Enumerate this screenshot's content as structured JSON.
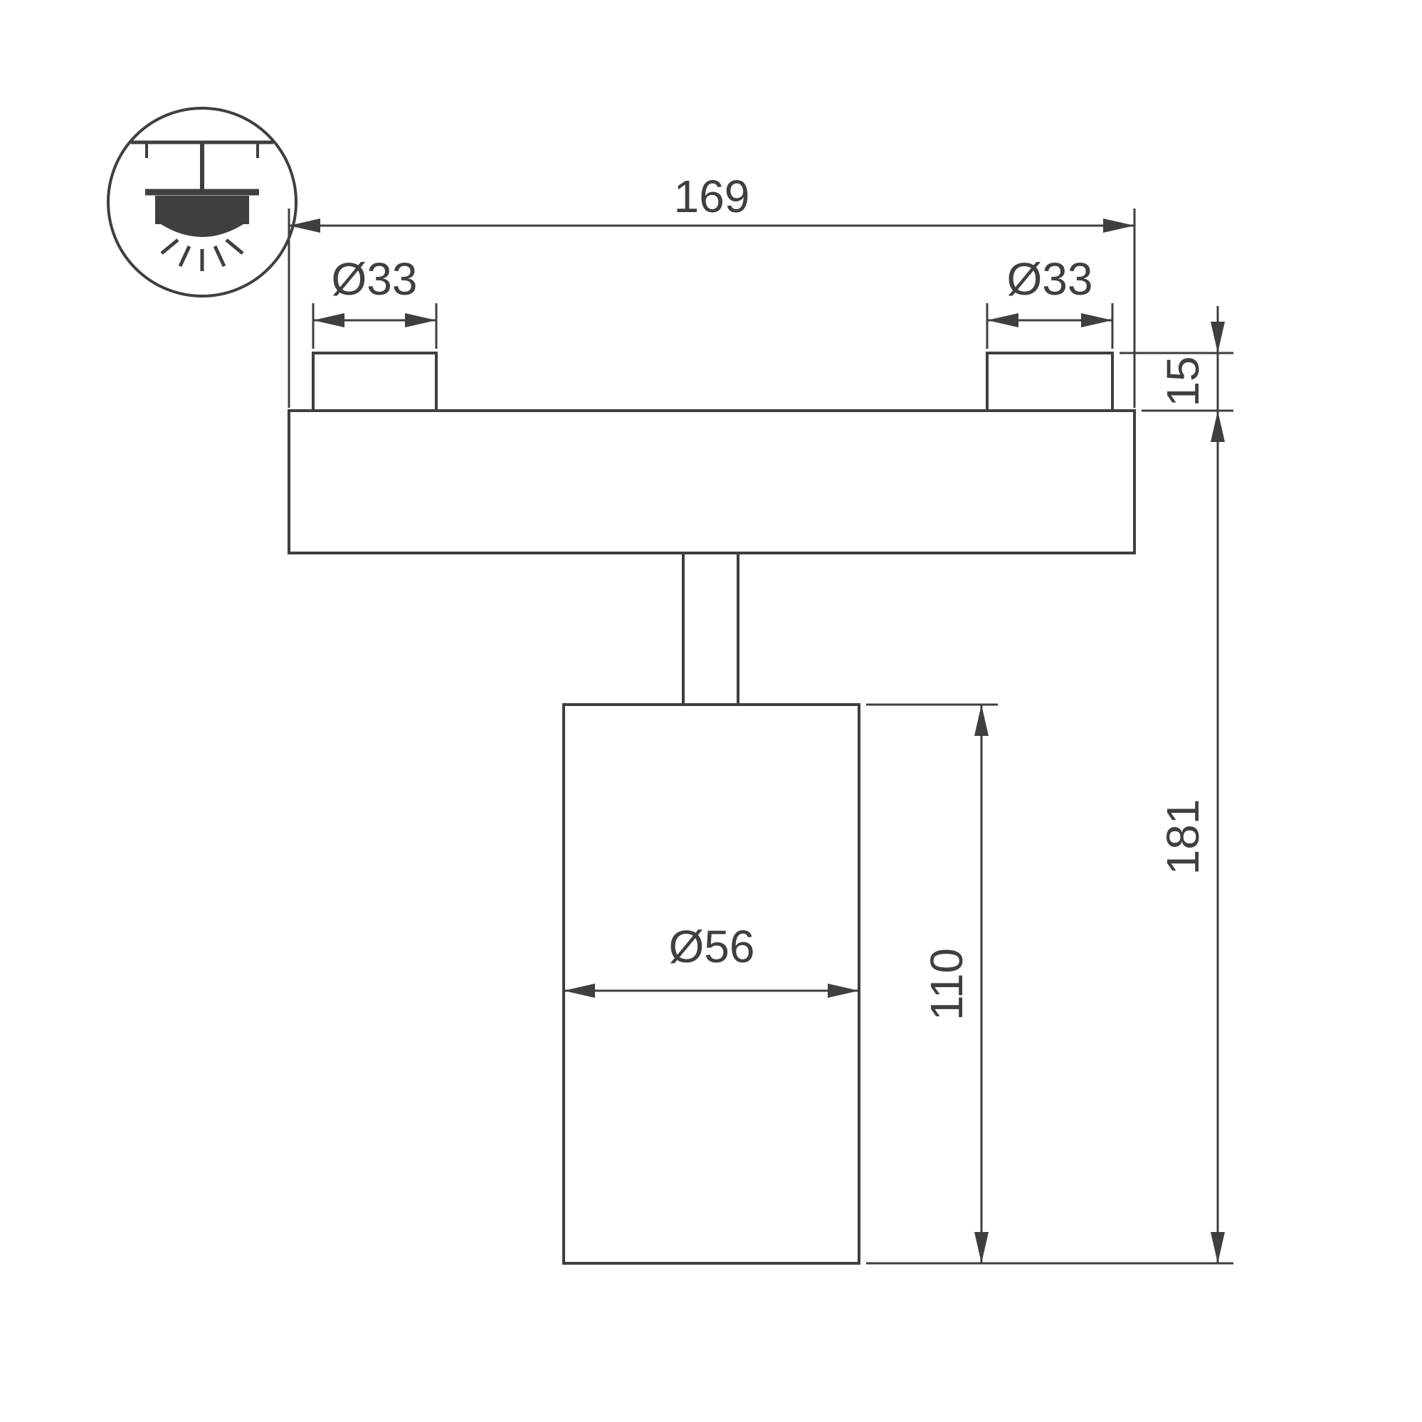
{
  "colors": {
    "background": "#FFFFFF",
    "line": "#3F3F3F"
  },
  "drawing": {
    "icon": "track-mounted-spotlight-icon",
    "dimensions": {
      "total_width": "169",
      "left_boss_diameter": "Ø33",
      "right_boss_diameter": "Ø33",
      "base_height": "15",
      "total_height": "181",
      "body_height": "110",
      "body_diameter": "Ø56"
    }
  }
}
